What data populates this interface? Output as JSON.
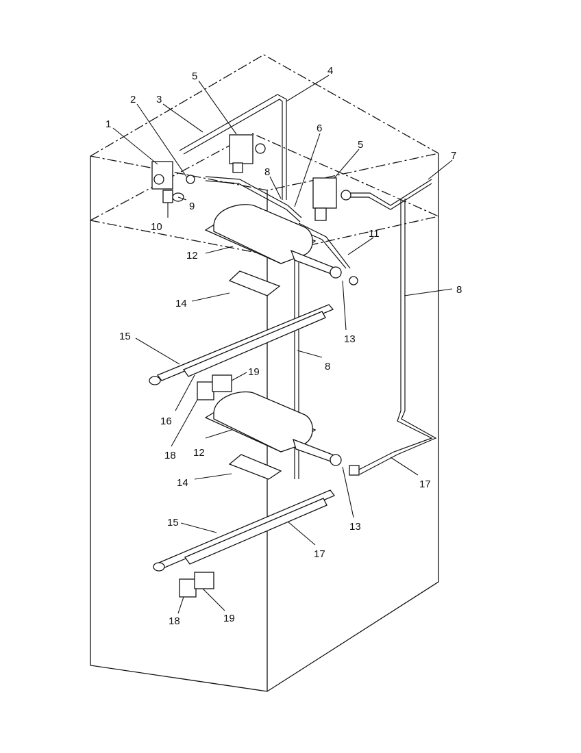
{
  "callouts": [
    {
      "id": "c1",
      "text": "1"
    },
    {
      "id": "c2",
      "text": "2"
    },
    {
      "id": "c3",
      "text": "3"
    },
    {
      "id": "c4",
      "text": "4"
    },
    {
      "id": "c5a",
      "text": "5"
    },
    {
      "id": "c5b",
      "text": "5"
    },
    {
      "id": "c6",
      "text": "6"
    },
    {
      "id": "c7",
      "text": "7"
    },
    {
      "id": "c8a",
      "text": "8"
    },
    {
      "id": "c8b",
      "text": "8"
    },
    {
      "id": "c8c",
      "text": "8"
    },
    {
      "id": "c9",
      "text": "9"
    },
    {
      "id": "c10",
      "text": "10"
    },
    {
      "id": "c11",
      "text": "11"
    },
    {
      "id": "c12a",
      "text": "12"
    },
    {
      "id": "c12b",
      "text": "12"
    },
    {
      "id": "c13a",
      "text": "13"
    },
    {
      "id": "c13b",
      "text": "13"
    },
    {
      "id": "c14a",
      "text": "14"
    },
    {
      "id": "c14b",
      "text": "14"
    },
    {
      "id": "c15a",
      "text": "15"
    },
    {
      "id": "c15b",
      "text": "15"
    },
    {
      "id": "c16",
      "text": "16"
    },
    {
      "id": "c17a",
      "text": "17"
    },
    {
      "id": "c17b",
      "text": "17"
    },
    {
      "id": "c18a",
      "text": "18"
    },
    {
      "id": "c18b",
      "text": "18"
    },
    {
      "id": "c19a",
      "text": "19"
    },
    {
      "id": "c19b",
      "text": "19"
    }
  ]
}
